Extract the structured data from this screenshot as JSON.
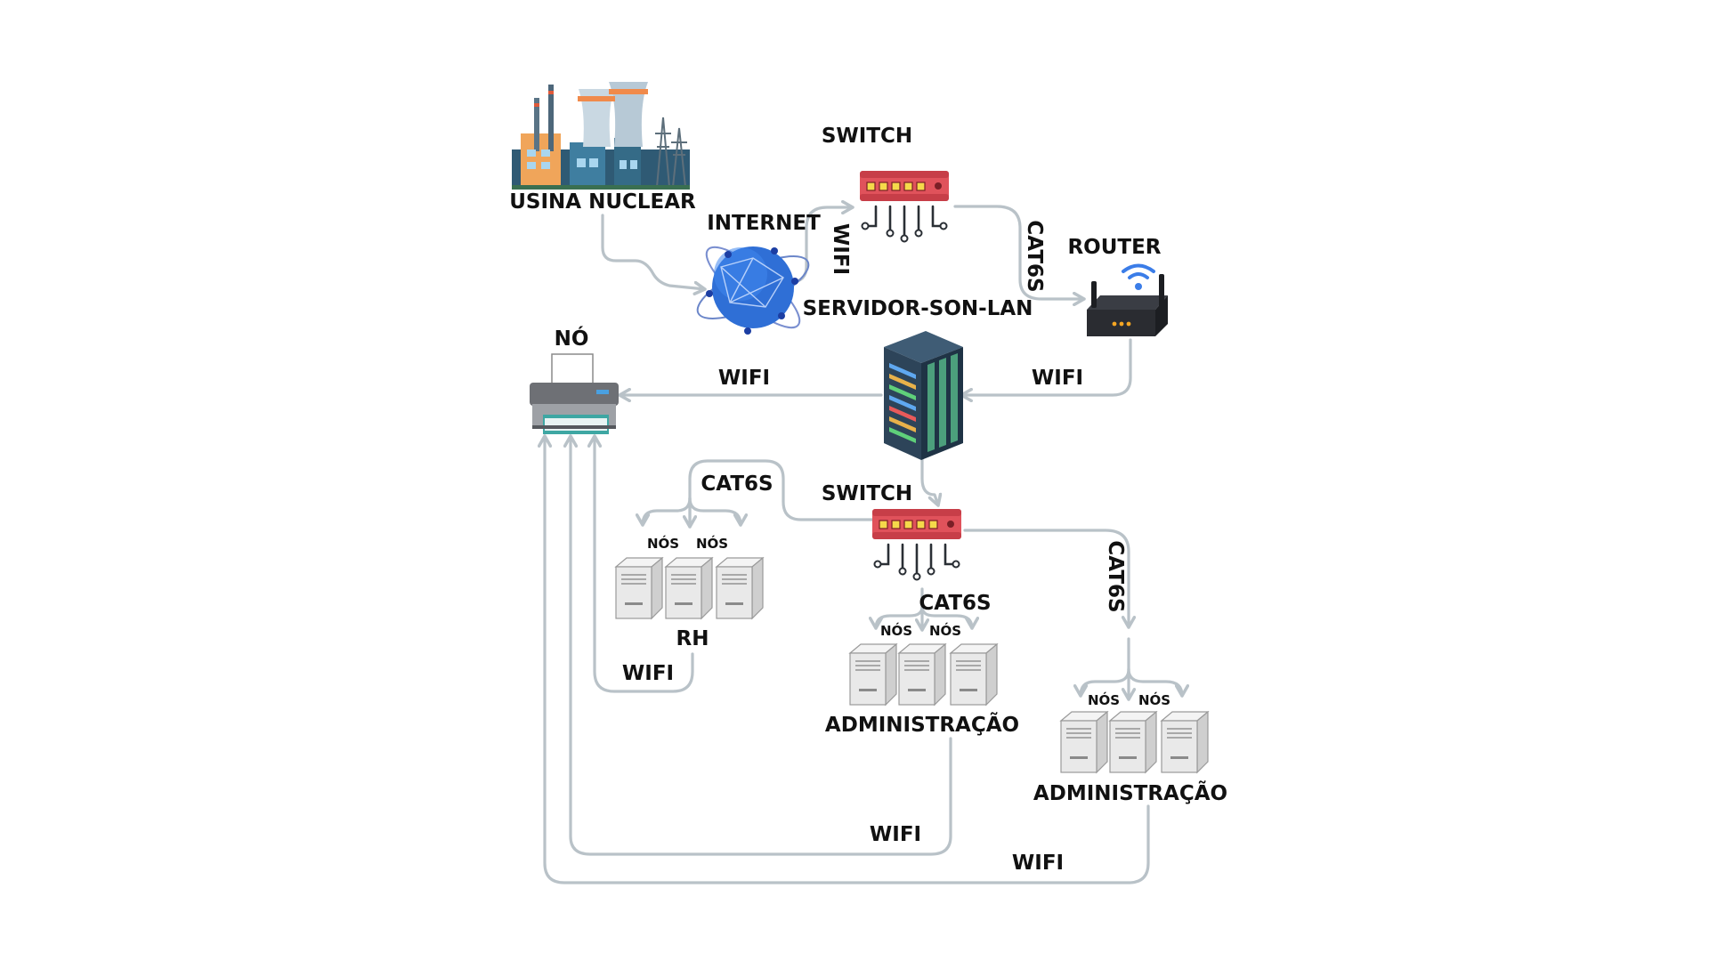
{
  "labels": {
    "usina": "USINA NUCLEAR",
    "internet": "INTERNET",
    "switch_top": "SWITCH",
    "wifi_internet_switch": "WIFI",
    "cat6s_switch_router": "CAT6S",
    "router": "ROUTER",
    "servidor": "SERVIDOR-SON-LAN",
    "no_printer": "NÓ",
    "wifi_server_printer": "WIFI",
    "wifi_router_server": "WIFI",
    "cat6s_rh": "CAT6S",
    "switch_bottom": "SWITCH",
    "cat6s_right": "CAT6S",
    "nos_rh_1": "NÓS",
    "nos_rh_2": "NÓS",
    "rh": "RH",
    "wifi_rh": "WIFI",
    "cat6s_admin": "CAT6S",
    "nos_admin_1": "NÓS",
    "nos_admin_2": "NÓS",
    "administracao_1": "ADMINISTRAÇÃO",
    "nos_admin2_1": "NÓS",
    "nos_admin2_2": "NÓS",
    "administracao_2": "ADMINISTRAÇÃO",
    "wifi_admin1": "WIFI",
    "wifi_admin2": "WIFI"
  },
  "icons": {
    "power_plant": "nuclear-power-plant-icon",
    "globe": "globe-icon",
    "switch": "network-switch-icon",
    "router": "wifi-router-icon",
    "server": "server-rack-icon",
    "printer": "printer-icon",
    "computer": "desktop-tower-icon"
  },
  "colors": {
    "connector": "#b9c2c8",
    "switch_red": "#e0525b",
    "server_navy": "#2d4459",
    "globe_blue": "#2f6fd6"
  }
}
